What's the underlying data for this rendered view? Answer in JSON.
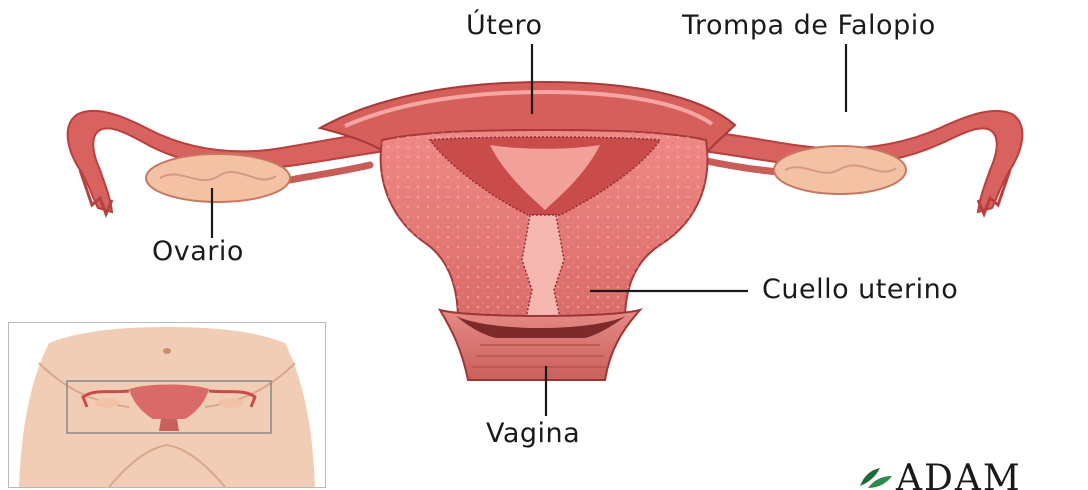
{
  "labels": {
    "utero": "Útero",
    "trompa": "Trompa de Falopio",
    "ovario": "Ovario",
    "cuello": "Cuello uterino",
    "vagina": "Vagina"
  },
  "logo": {
    "text": "ADAM"
  },
  "colors": {
    "tissue": "#e0787c",
    "tissue_dark": "#b8403f",
    "lining": "#f29b96",
    "ovary": "#f3c2a4",
    "skin": "#f0cdb4",
    "leader": "#1a1a1a"
  }
}
